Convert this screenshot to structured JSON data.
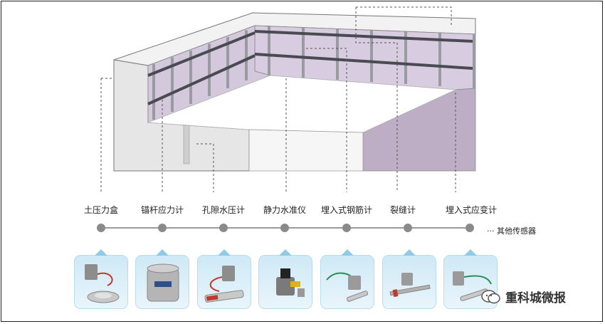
{
  "sensor_labels": [
    "土压力盒",
    "锚杆应力计",
    "孔隙水压计",
    "静力水准仪",
    "埋入式钢筋计",
    "裂缝计",
    "埋入式应变计"
  ],
  "other_label": "··· 其他传感器",
  "watermark": {
    "text": "重科城微报",
    "icon": "wechat-icon"
  },
  "colors": {
    "node": "#8a8a8a",
    "card": "#d4ecf7",
    "wall": "#e9e9ea",
    "panel": "#d9cfe0",
    "right_wall": "#bcadc3"
  }
}
